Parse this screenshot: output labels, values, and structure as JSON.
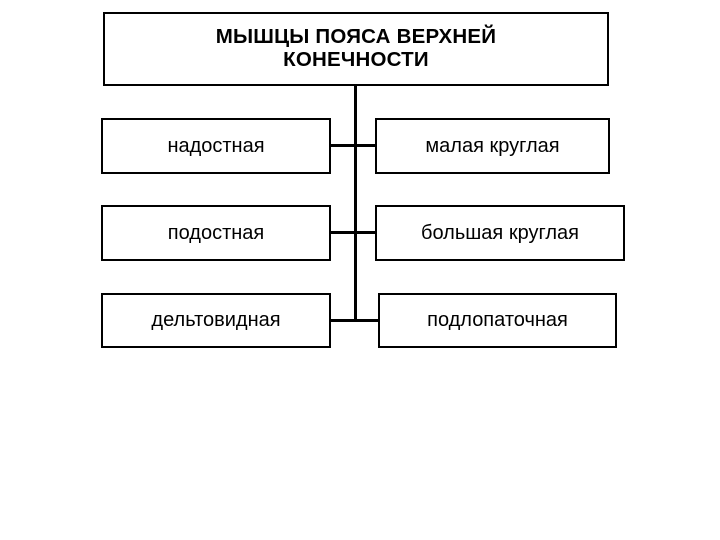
{
  "diagram": {
    "title": "МЫШЦЫ ПОЯСА ВЕРХНЕЙ КОНЕЧНОСТИ",
    "background_color": "#ffffff",
    "line_color": "#000000",
    "text_color": "#000000",
    "root": {
      "label": "МЫШЦЫ ПОЯСА ВЕРХНЕЙ КОНЕЧНОСТИ"
    },
    "rows": [
      {
        "left": {
          "label": "надостная"
        },
        "right": {
          "label": "малая круглая"
        }
      },
      {
        "left": {
          "label": "подостная"
        },
        "right": {
          "label": "большая круглая"
        }
      },
      {
        "left": {
          "label": "дельтовидная"
        },
        "right": {
          "label": "подлопаточная"
        }
      }
    ]
  }
}
